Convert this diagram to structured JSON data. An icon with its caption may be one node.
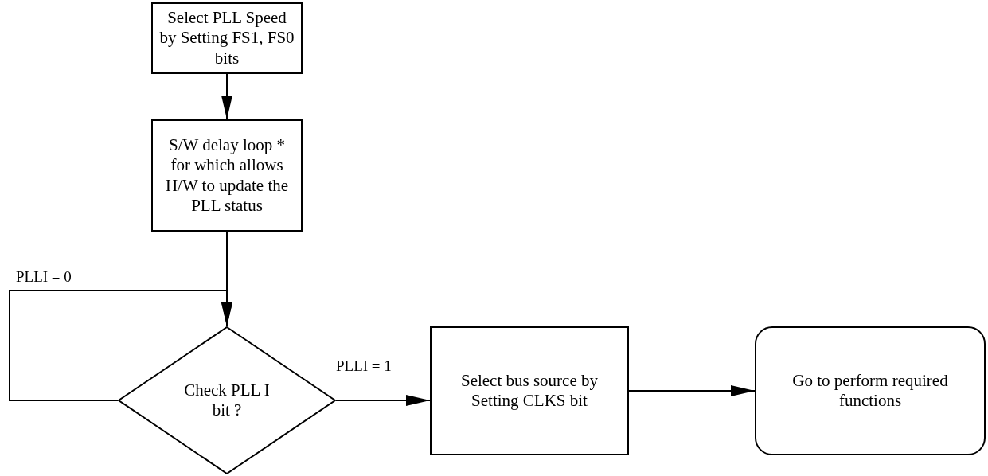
{
  "diagram": {
    "nodes": [
      {
        "text": [
          "Select PLL Speed by Setting FS1, FS0 bits"
        ]
      },
      {
        "text": [
          "S/W delay loop * for which allows H/W to update the PLL status"
        ]
      },
      {
        "text": [
          "Check PLL I bit ?"
        ]
      },
      {
        "text": [
          "Select bus source by Setting CLKS bit"
        ]
      },
      {
        "text": [
          "Go to perform required functions"
        ]
      }
    ],
    "edges": [
      {
        "from": 0,
        "to": 1,
        "arrow": "to"
      },
      {
        "from": 1,
        "to": 2,
        "arrow": "to"
      },
      {
        "from": 2,
        "to": 2,
        "arrow": "to",
        "label": "PLLI = 0"
      },
      {
        "from": 2,
        "to": 3,
        "arrow": "to",
        "label": "PLLI = 1"
      },
      {
        "from": 3,
        "to": 4,
        "arrow": "to"
      }
    ]
  }
}
